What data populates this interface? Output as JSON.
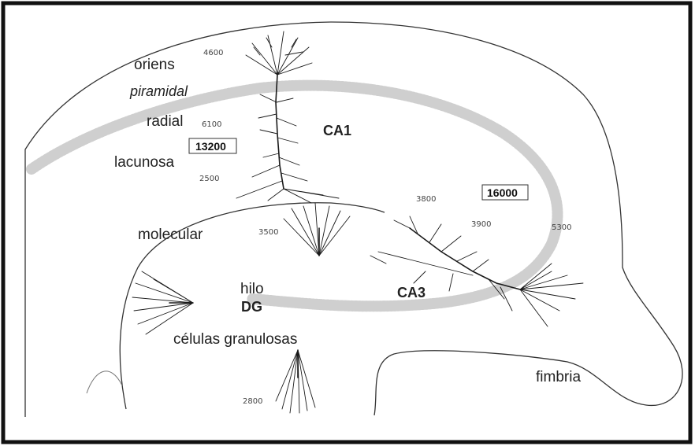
{
  "labels": {
    "oriens": "oriens",
    "piramidal": "piramidal",
    "radial": "radial",
    "lacunosa": "lacunosa",
    "ca1": "CA1",
    "molecular": "molecular",
    "hilo": "hilo",
    "dg": "DG",
    "ca3": "CA3",
    "celulas_granulosas": "células granulosas",
    "fimbria": "fimbria"
  },
  "values": {
    "v4600": "4600",
    "v6100": "6100",
    "v13200": "13200",
    "v2500": "2500",
    "v3800": "3800",
    "v16000": "16000",
    "v3500": "3500",
    "v3900": "3900",
    "v5300": "5300",
    "v2800": "2800"
  }
}
